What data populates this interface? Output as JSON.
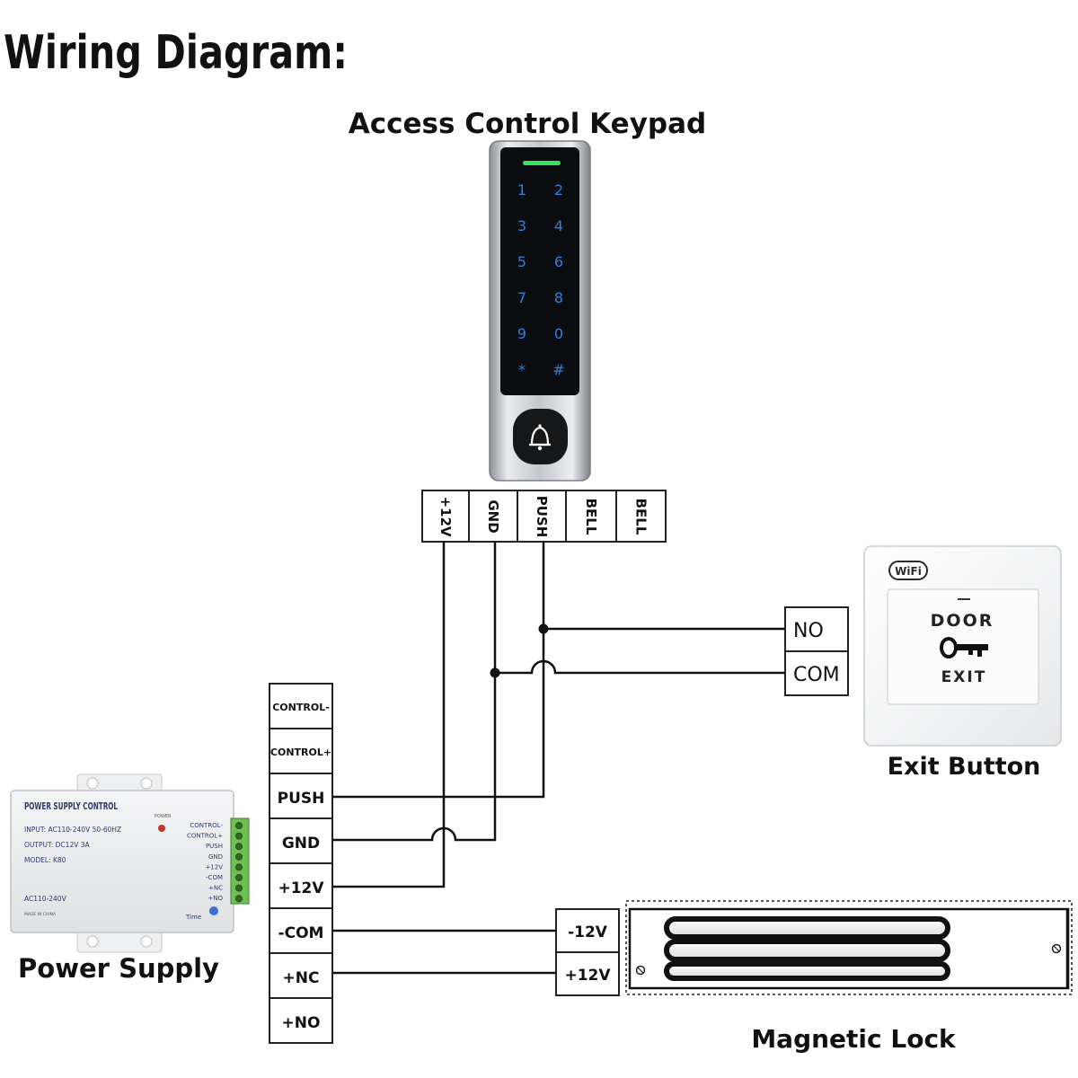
{
  "title": "Wiring Diagram:",
  "keypad": {
    "label": "Access Control Keypad",
    "keys": [
      [
        "1",
        "2"
      ],
      [
        "3",
        "4"
      ],
      [
        "5",
        "6"
      ],
      [
        "7",
        "8"
      ],
      [
        "9",
        "0"
      ],
      [
        "*",
        "#"
      ]
    ],
    "terminals": [
      "+12V",
      "GND",
      "PUSH",
      "BELL",
      "BELL"
    ]
  },
  "exit_button": {
    "label": "Exit Button",
    "wifi_badge": "WiFi",
    "door_text": "DOOR",
    "exit_text": "EXIT",
    "terminals": [
      "NO",
      "COM"
    ],
    "icon": "key-icon"
  },
  "power_supply": {
    "label": "Power Supply",
    "device_title": "POWER SUPPLY CONTROL",
    "power_led_label": "POWER",
    "input_text": "INPUT:  AC110-240V  50-60HZ",
    "output_text": "OUTPUT:  DC12V  3A",
    "model_text": "MODEL:  K80",
    "ac_text": "AC110-240V",
    "made_text": "MADE IN CHINA",
    "time_text": "Time",
    "side_labels": [
      "CONTROL-",
      "CONTROL+",
      "PUSH",
      "GND",
      "+12V",
      "-COM",
      "+NC",
      "+NO"
    ],
    "terminals": [
      "CONTROL-",
      "CONTROL+",
      "PUSH",
      "GND",
      "+12V",
      "-COM",
      "+NC",
      "+NO"
    ]
  },
  "magnetic_lock": {
    "label": "Magnetic Lock",
    "terminals": [
      "-12V",
      "+12V"
    ]
  },
  "colors": {
    "ink": "#111111",
    "keypad_led": "#36e35a",
    "keypad_digits": "#2f7fe0",
    "keypad_glass": "#0b0d10",
    "keypad_metal": "#c9ccd0"
  }
}
